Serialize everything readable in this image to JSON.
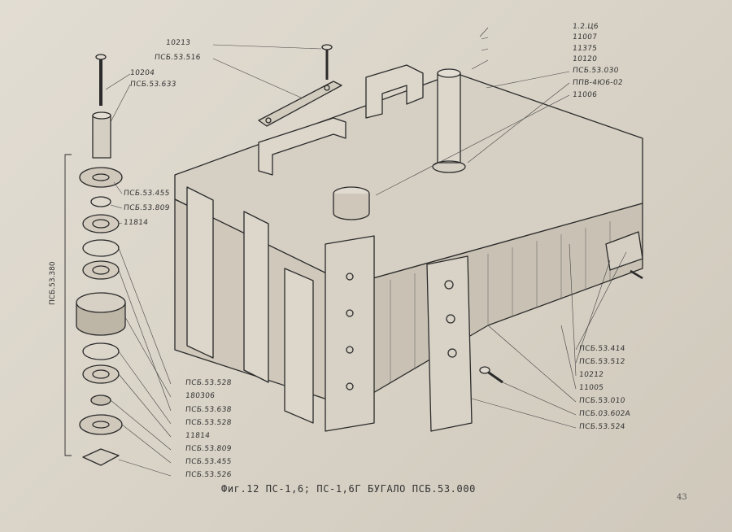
{
  "caption": "Фиг.12 ПС-1,6; ПС-1,6Г БУГАЛО ПСБ.53.000",
  "page_number": "43",
  "left_bracket_label": "ПСБ.53.380",
  "labels_top_left": [
    "10213",
    "ПСБ.53.516",
    "10204",
    "ПСБ.53.633"
  ],
  "labels_top_right": [
    "1.2.Ц6",
    "11007",
    "11375",
    "10120",
    "ПСБ.53.030",
    "ППВ-4Ю6-02",
    "11006"
  ],
  "labels_left_stack": [
    "ПСБ.53.455",
    "ПСБ.53.809",
    "11814"
  ],
  "labels_bottom_left": [
    "ПСБ.53.528",
    "180306",
    "ПСБ.53.638",
    "ПСБ.53.528",
    "11814",
    "ПСБ.53.809",
    "ПСБ.53.455",
    "ПСБ.53.526"
  ],
  "labels_bottom_right": [
    "ПСБ.53.414",
    "ПСБ.53.512",
    "10212",
    "11005",
    "ПСБ.53.010",
    "ПСБ.03.602А",
    "ПСБ.53.524"
  ]
}
